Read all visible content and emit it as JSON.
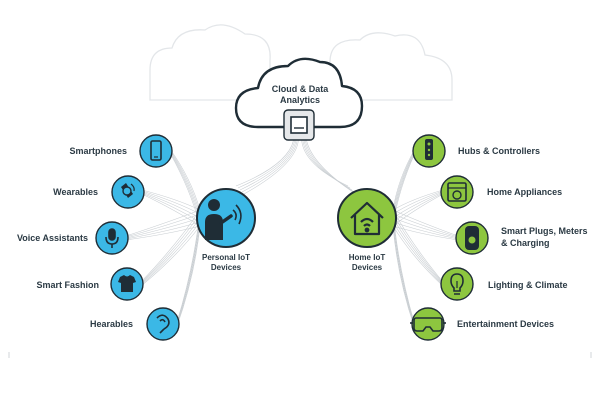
{
  "cloud": {
    "title_lines": [
      "Cloud & Data",
      "Analytics"
    ],
    "icon": "chip-icon"
  },
  "hubs": {
    "personal": {
      "label_lines": [
        "Personal IoT",
        "Devices"
      ],
      "icon": "person-wireless-icon",
      "color": "#3bb8e6"
    },
    "home": {
      "label_lines": [
        "Home IoT",
        "Devices"
      ],
      "icon": "house-wifi-icon",
      "color": "#8dc63f"
    }
  },
  "personal_devices": [
    {
      "label": "Smartphones",
      "icon": "smartphone-icon"
    },
    {
      "label": "Wearables",
      "icon": "smartwatch-icon"
    },
    {
      "label": "Voice Assistants",
      "icon": "microphone-icon"
    },
    {
      "label": "Smart Fashion",
      "icon": "tshirt-icon"
    },
    {
      "label": "Hearables",
      "icon": "earbud-icon"
    }
  ],
  "home_devices": [
    {
      "label_lines": [
        "Hubs & Controllers"
      ],
      "icon": "remote-control-icon"
    },
    {
      "label_lines": [
        "Home Appliances"
      ],
      "icon": "washing-machine-icon"
    },
    {
      "label_lines": [
        "Smart Plugs, Meters",
        "& Charging"
      ],
      "icon": "smart-plug-icon"
    },
    {
      "label_lines": [
        "Lighting & Climate"
      ],
      "icon": "light-bulb-icon"
    },
    {
      "label_lines": [
        "Entertainment Devices"
      ],
      "icon": "vr-headset-icon"
    }
  ],
  "colors": {
    "personal": "#3bb8e6",
    "home": "#8dc63f",
    "ink": "#1f2d36",
    "text": "#2b3a44",
    "bg_cloud": "#e6e9ec",
    "lines": "#c9ced2"
  }
}
